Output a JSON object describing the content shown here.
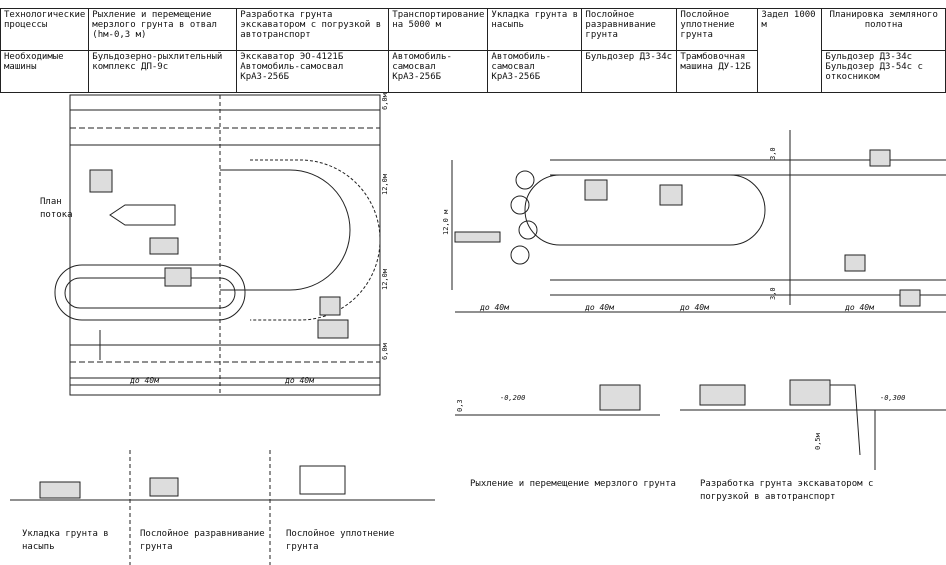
{
  "header": {
    "row_labels": [
      "Технологические процессы",
      "Необходимые машины"
    ],
    "processes": [
      "Рыхление и перемещение мерзлого грунта в отвал (hм-0,3 м)",
      "Разработка грунта экскаватором с погрузкой в автотранспорт",
      "Транспортирование на 5000 м",
      "Укладка грунта в насыпь",
      "Послойное разравнивание грунта",
      "Послойное уплотнение грунта",
      "Задел 1000 м",
      "Планировка земляного полотна"
    ],
    "machines": [
      "Бульдозерно-рыхлительный комплекс ДП-9с",
      "Экскаватор ЭО-4121Б Автомобиль-самосвал КрАЗ-256Б",
      "Автомобиль-самосвал КрАЗ-256Б",
      "Автомобиль-самосвал КрАЗ-256Б",
      "Бульдозер ДЗ-34с",
      "Трамбовочная машина ДУ-12Б",
      "Бульдозер ДЗ-34с Бульдозер ДЗ-54с с откосником"
    ]
  },
  "plan_label": "План потока",
  "dims": {
    "d40": "до 40м",
    "d6": "6,0м",
    "d12": "12,0м",
    "d3": "3,0",
    "d12b": "12,0 м",
    "d30": "3,0",
    "lvl1": "-0,200",
    "lvl2": "-0,300",
    "h": "0,3",
    "h2": "0,5м"
  },
  "captions": [
    "Укладка грунта в насыпь",
    "Послойное разравнивание грунта",
    "Послойное уплотнение грунта",
    "Рыхление и перемещение мерзлого грунта",
    "Разработка грунта экскаватором с погрузкой в автотранспорт"
  ]
}
